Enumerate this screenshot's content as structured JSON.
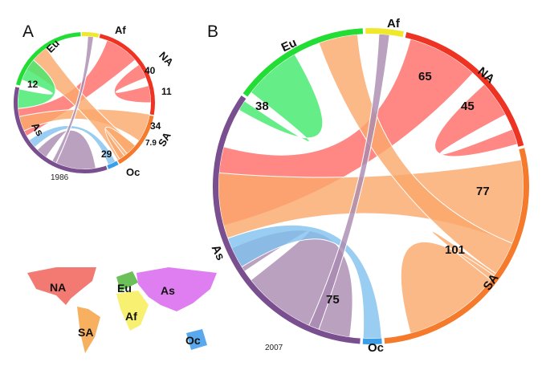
{
  "panels": {
    "a": "A",
    "b": "B"
  },
  "regions": {
    "eu": "Eu",
    "af": "Af",
    "na": "NA",
    "sa": "SA",
    "oc": "Oc",
    "as": "As"
  },
  "colors": {
    "eu": "#22dd33",
    "af": "#f0e82a",
    "na": "#ee3322",
    "sa": "#f57a2c",
    "oc": "#3a9ee8",
    "as": "#7a4f8f",
    "na_ribbon": "#ff6a66",
    "sa_ribbon": "#fba86a",
    "eu_ribbon": "#3ee86a",
    "as_ribbon": "#a98ab0",
    "oc_ribbon": "#7fc0ee"
  },
  "diagram_a": {
    "year": "1986",
    "values": {
      "eu_eu": "12",
      "na_as": "40",
      "na_na": "11",
      "sa_as": "34",
      "sa_sa": "7.9",
      "as_as": "29"
    }
  },
  "diagram_b": {
    "year": "2007",
    "values": {
      "eu_eu": "38",
      "na_as": "65",
      "na_na": "45",
      "sa_as": "77",
      "sa_sa": "101",
      "as_as": "75"
    }
  },
  "map": {
    "labels": {
      "na": "NA",
      "eu": "Eu",
      "as": "As",
      "sa": "SA",
      "af": "Af",
      "oc": "Oc"
    }
  }
}
